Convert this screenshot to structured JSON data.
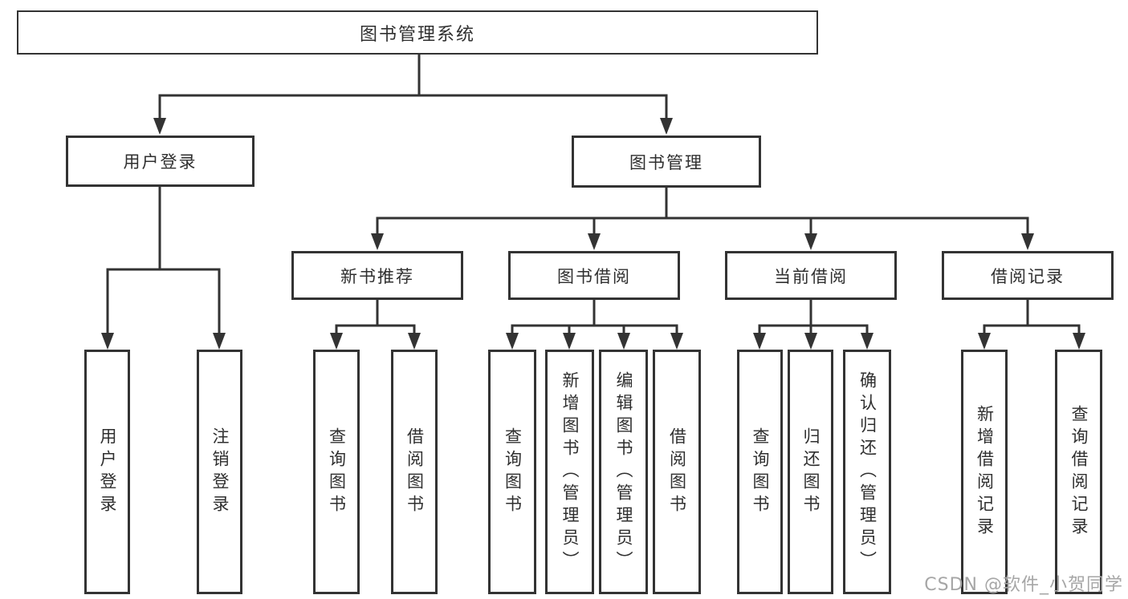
{
  "colors": {
    "line": "#333333",
    "text": "#2f2f2f",
    "background": "#ffffff",
    "watermark": "#a6a6a6"
  },
  "watermark": "CSDN @软件_小贺同学",
  "tree": {
    "root": "图书管理系统",
    "children": [
      {
        "label": "用户登录",
        "children": [
          {
            "label": "用户登录"
          },
          {
            "label": "注销登录"
          }
        ]
      },
      {
        "label": "图书管理",
        "children": [
          {
            "label": "新书推荐",
            "children": [
              {
                "label": "查询图书"
              },
              {
                "label": "借阅图书"
              }
            ]
          },
          {
            "label": "图书借阅",
            "children": [
              {
                "label": "查询图书"
              },
              {
                "label": "新增图书（管理员）"
              },
              {
                "label": "编辑图书（管理员）"
              },
              {
                "label": "借阅图书"
              }
            ]
          },
          {
            "label": "当前借阅",
            "children": [
              {
                "label": "查询图书"
              },
              {
                "label": "归还图书"
              },
              {
                "label": "确认归还（管理员）"
              }
            ]
          },
          {
            "label": "借阅记录",
            "children": [
              {
                "label": "新增借阅记录"
              },
              {
                "label": "查询借阅记录"
              }
            ]
          }
        ]
      }
    ]
  }
}
